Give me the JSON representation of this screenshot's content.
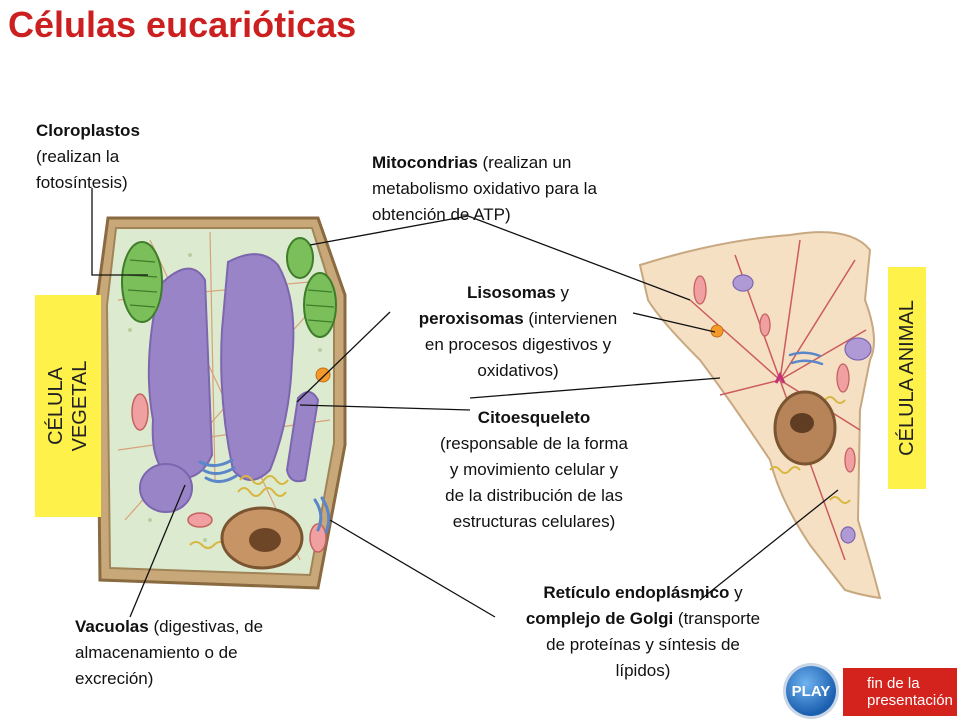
{
  "title": "Células eucarióticas",
  "labels": {
    "chloroplasts": {
      "name": "Cloroplastos",
      "desc1": "(realizan la",
      "desc2": "fotosíntesis)"
    },
    "mitochondria": {
      "name": "Mitocondrias",
      "desc1": " (realizan un",
      "desc2": "metabolismo oxidativo para la",
      "desc3": "obtención de ATP)"
    },
    "lysosomes": {
      "name1": "Lisosomas",
      "conj": " y",
      "name2": "peroxisomas",
      "desc1": " (intervienen",
      "desc2": "en procesos digestivos y",
      "desc3": "oxidativos)"
    },
    "cytoskeleton": {
      "name": "Citoesqueleto",
      "desc1": "(responsable de la forma",
      "desc2": "y movimiento celular y",
      "desc3": "de la distribución de las",
      "desc4": "estructuras celulares)"
    },
    "er_golgi": {
      "name1": "Retículo endoplásmico",
      "conj": " y",
      "name2": "complejo de Golgi",
      "desc1": " (transporte",
      "desc2": "de proteínas y síntesis de",
      "desc3": "lípidos)"
    },
    "vacuoles": {
      "name": "Vacuolas",
      "desc1": " (digestivas, de",
      "desc2": "almacenamiento o de",
      "desc3": "excreción)"
    }
  },
  "side_labels": {
    "plant_line1": "CÉLULA",
    "plant_line2": "VEGETAL",
    "animal": "CÉLULA ANIMAL"
  },
  "buttons": {
    "play": "PLAY",
    "end_line1": "fin de la",
    "end_line2": "presentación"
  },
  "colors": {
    "title": "#cc1f1f",
    "side_label_bg": "#fdf14a",
    "plant_wall": "#b89a6a",
    "vacuole": "#9a84c8",
    "chloroplast": "#7bbf5a",
    "animal_cytoplasm": "#f5e0c4",
    "nucleus": "#b7845a",
    "end_button": "#d4231c"
  }
}
